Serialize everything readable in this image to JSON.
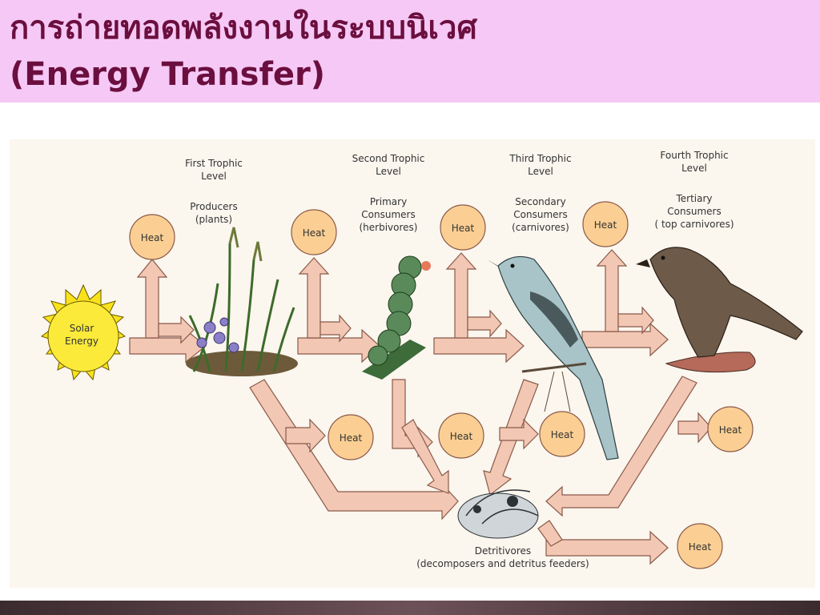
{
  "title": {
    "line1": "การถ่ายทอดพลังงานในระบบนิเวศ",
    "line2": "(Energy Transfer)"
  },
  "diagram": {
    "sun_label_1": "Solar",
    "sun_label_2": "Energy",
    "levels": [
      {
        "level_1": "First Trophic",
        "level_2": "Level",
        "role_1": "Producers",
        "role_2": "(plants)"
      },
      {
        "level_1": "Second Trophic",
        "level_2": "Level",
        "role_1": "Primary",
        "role_2": "Consumers",
        "role_3": "(herbivores)"
      },
      {
        "level_1": "Third Trophic",
        "level_2": "Level",
        "role_1": "Secondary",
        "role_2": "Consumers",
        "role_3": "(carnivores)"
      },
      {
        "level_1": "Fourth Trophic",
        "level_2": "Level",
        "role_1": "Tertiary",
        "role_2": "Consumers",
        "role_3": "( top carnivores)"
      }
    ],
    "heat_label": "Heat",
    "detritivores_1": "Detritivores",
    "detritivores_2": "(decomposers and detritus feeders)"
  }
}
